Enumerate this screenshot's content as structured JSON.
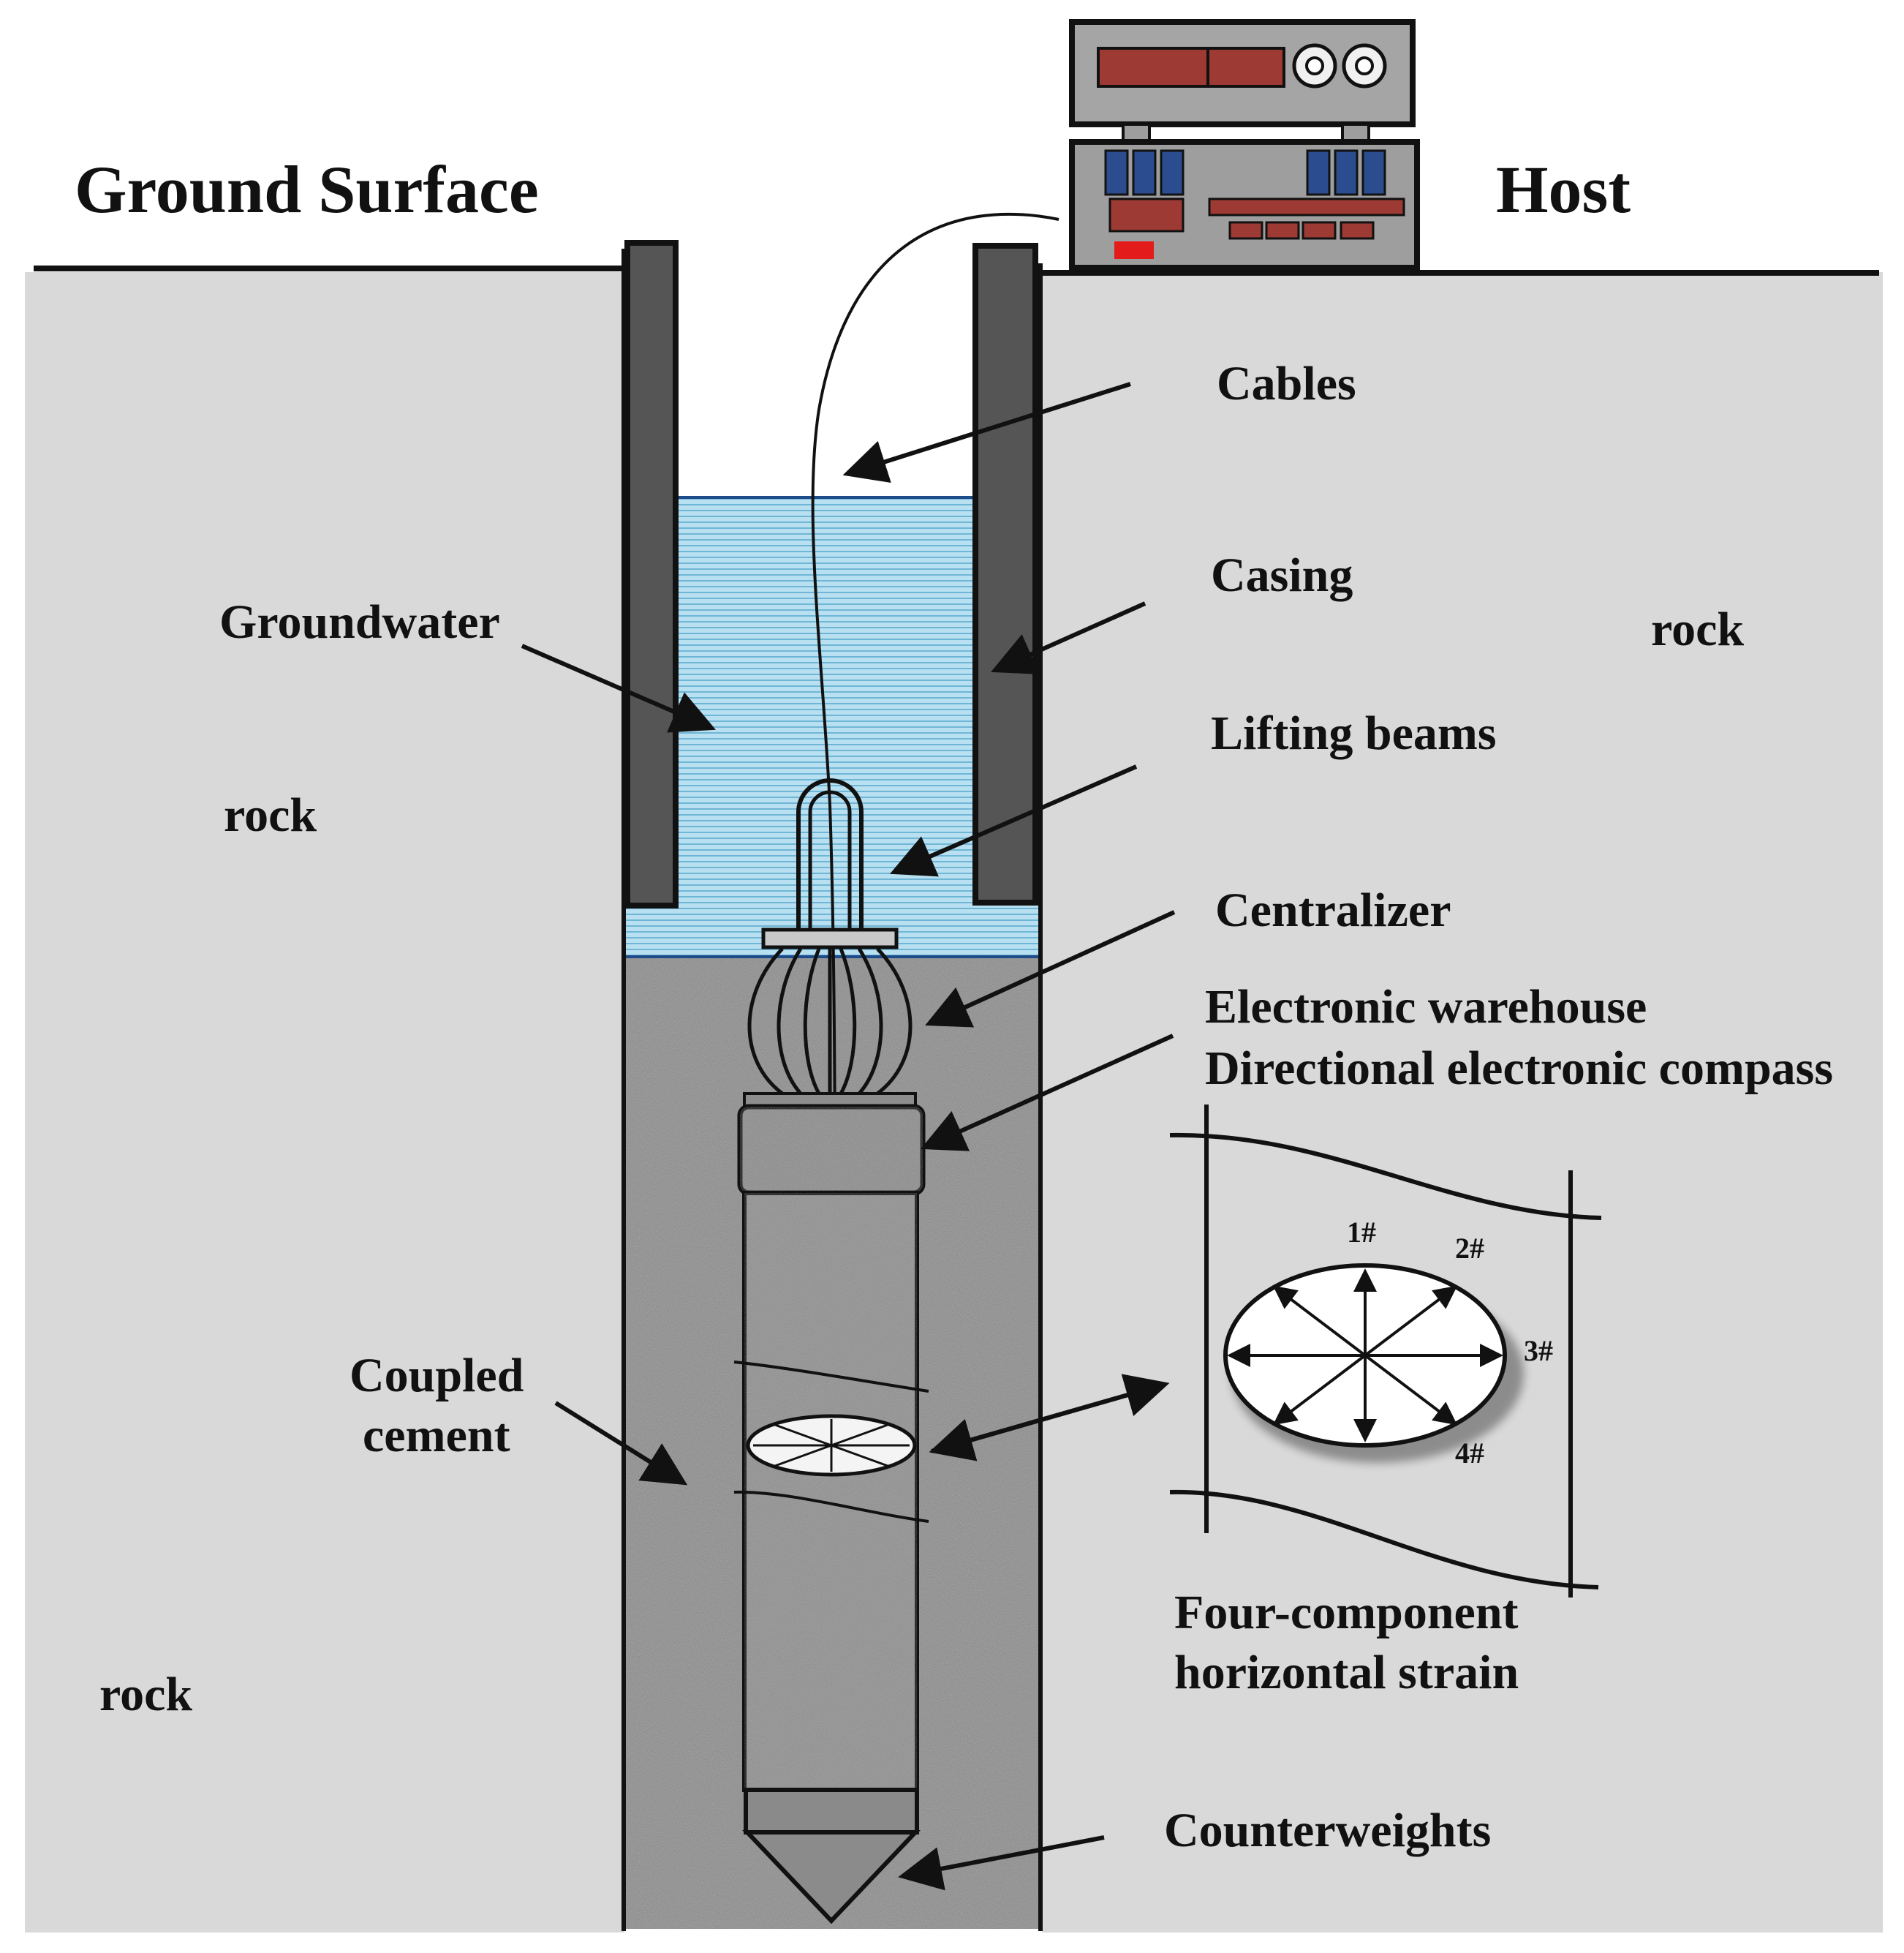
{
  "labels": {
    "ground_surface": "Ground Surface",
    "host": "Host",
    "cables": "Cables",
    "casing": "Casing",
    "rock_right": "rock",
    "groundwater": "Groundwater",
    "lifting_beams": "Lifting beams",
    "rock_left_upper": "rock",
    "centralizer": "Centralizer",
    "electronic_warehouse": "Electronic warehouse",
    "directional_compass": "Directional electronic compass",
    "coupled_line1": "Coupled",
    "coupled_line2": "cement",
    "rock_left_lower": "rock",
    "four_component_line1": "Four-component",
    "four_component_line2": "horizontal strain",
    "counterweights": "Counterweights"
  },
  "strain_components": {
    "c1": "1#",
    "c2": "2#",
    "c3": "3#",
    "c4": "4#"
  },
  "colors": {
    "rock": "#d9d9d9",
    "water": "#a9d7ea",
    "casing": "#555555",
    "cement": "#8a8a8a",
    "host_panel": "#9c3a33",
    "host_button": "#2b4d8f",
    "host_body": "#9e9e9e",
    "indicator": "#e31b1b"
  }
}
